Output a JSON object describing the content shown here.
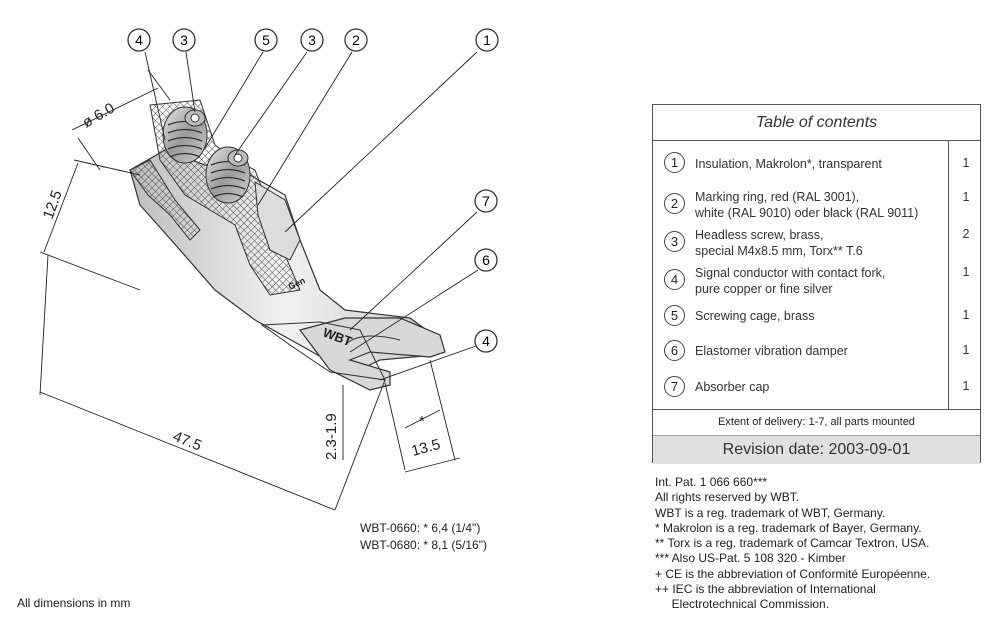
{
  "callouts": {
    "c4a": "4",
    "c3a": "3",
    "c5": "5",
    "c3b": "3",
    "c2": "2",
    "c1": "1",
    "c7": "7",
    "c6": "6",
    "c4b": "4"
  },
  "dimensions": {
    "diameter": "ø 6.0",
    "height": "12.5",
    "length": "47.5",
    "thickness": "2.3-1.9",
    "fork_inner": "*",
    "fork_width": "13.5"
  },
  "variants": [
    "WBT-0660: * 6,4 (1/4\")",
    "WBT-0680: * 8,1 (5/16\")"
  ],
  "all_dimensions": "All dimensions in mm",
  "toc": {
    "title": "Table of contents",
    "items": [
      {
        "num": "1",
        "lines": [
          "Insulation, Makrolon*, transparent"
        ],
        "qty": "1"
      },
      {
        "num": "2",
        "lines": [
          "Marking ring, red (RAL 3001),",
          "white (RAL 9010) oder black (RAL 9011)"
        ],
        "qty": "1"
      },
      {
        "num": "3",
        "lines": [
          "Headless screw, brass,",
          "special M4x8.5 mm, Torx** T.6"
        ],
        "qty": "2"
      },
      {
        "num": "4",
        "lines": [
          "Signal conductor with contact fork,",
          "pure copper or fine silver"
        ],
        "qty": "1"
      },
      {
        "num": "5",
        "lines": [
          "Screwing cage, brass"
        ],
        "qty": "1"
      },
      {
        "num": "6",
        "lines": [
          "Elastomer vibration damper"
        ],
        "qty": "1"
      },
      {
        "num": "7",
        "lines": [
          "Absorber cap"
        ],
        "qty": "1"
      }
    ],
    "delivery": "Extent of delivery: 1-7, all  parts mounted",
    "revision": "Revision date: 2003-09-01"
  },
  "notes": [
    "Int. Pat. 1 066 660***",
    "All rights reserved by WBT.",
    "WBT is a reg. trademark of WBT, Germany.",
    "*    Makrolon is a reg. trademark of Bayer, Germany.",
    "**   Torx is a reg. trademark of Camcar Textron, USA.",
    "***  Also US-Pat. 5 108 320 - Kimber",
    "+  CE is the abbreviation of Conformité Européenne.",
    "++ IEC is the abbreviation of International",
    "     Electrotechnical Commission."
  ],
  "logo_text": "WBT",
  "logo_text_small": "Gen"
}
